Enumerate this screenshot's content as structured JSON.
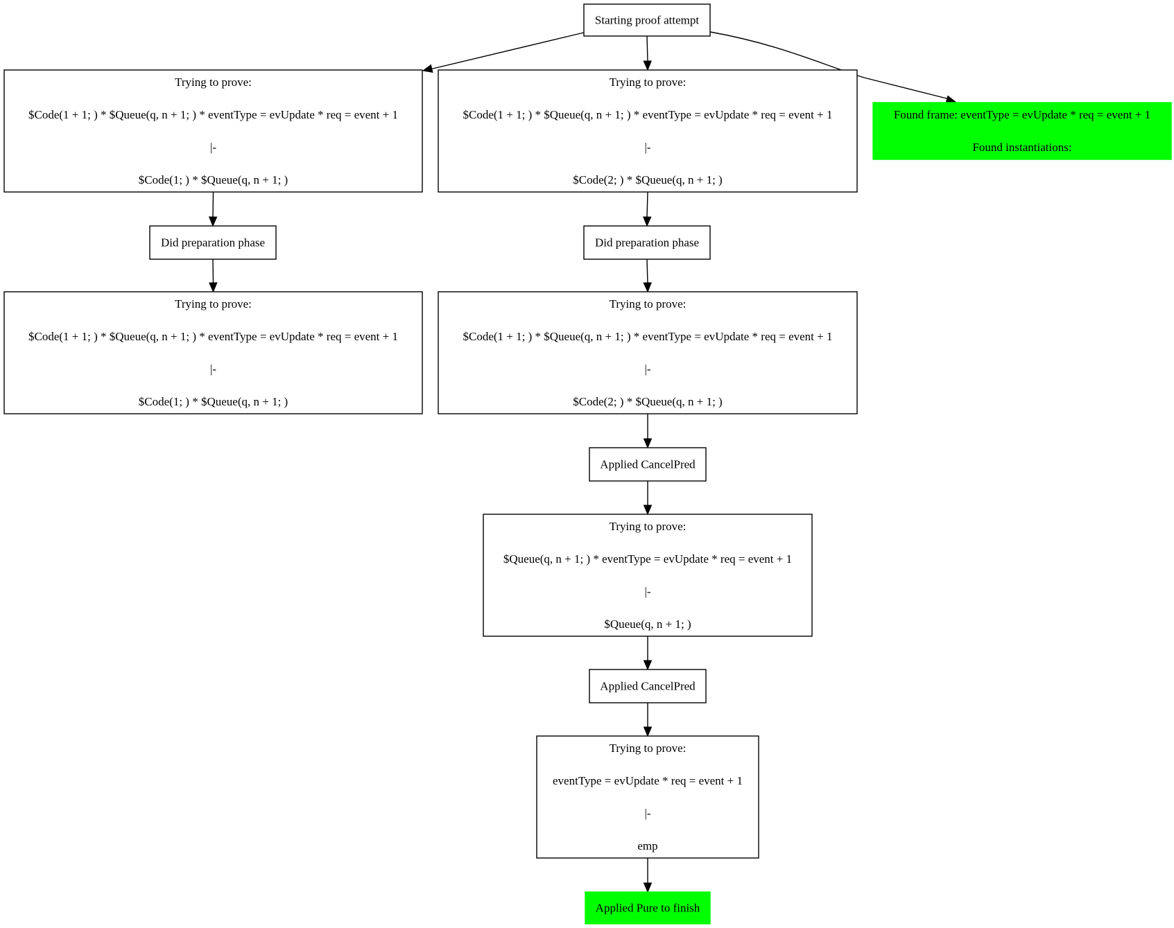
{
  "nodes": {
    "start": {
      "lines": [
        "Starting proof attempt"
      ],
      "fill": "#ffffff"
    },
    "left_try1": {
      "lines": [
        "Trying to prove:",
        "$Code(1 + 1; ) * $Queue(q, n + 1; ) * eventType = evUpdate * req = event + 1",
        "|-",
        "$Code(1; ) * $Queue(q, n + 1; )"
      ],
      "fill": "#ffffff"
    },
    "left_prep": {
      "lines": [
        "Did preparation phase"
      ],
      "fill": "#ffffff"
    },
    "left_try2": {
      "lines": [
        "Trying to prove:",
        "$Code(1 + 1; ) * $Queue(q, n + 1; ) * eventType = evUpdate * req = event + 1",
        "|-",
        "$Code(1; ) * $Queue(q, n + 1; )"
      ],
      "fill": "#ffffff"
    },
    "mid_try1": {
      "lines": [
        "Trying to prove:",
        "$Code(1 + 1; ) * $Queue(q, n + 1; ) * eventType = evUpdate * req = event + 1",
        "|-",
        "$Code(2; ) * $Queue(q, n + 1; )"
      ],
      "fill": "#ffffff"
    },
    "mid_prep": {
      "lines": [
        "Did preparation phase"
      ],
      "fill": "#ffffff"
    },
    "mid_try2": {
      "lines": [
        "Trying to prove:",
        "$Code(1 + 1; ) * $Queue(q, n + 1; ) * eventType = evUpdate * req = event + 1",
        "|-",
        "$Code(2; ) * $Queue(q, n + 1; )"
      ],
      "fill": "#ffffff"
    },
    "cancel1": {
      "lines": [
        "Applied CancelPred"
      ],
      "fill": "#ffffff"
    },
    "try3": {
      "lines": [
        "Trying to prove:",
        "$Queue(q, n + 1; ) * eventType = evUpdate * req = event + 1",
        "|-",
        "$Queue(q, n + 1; )"
      ],
      "fill": "#ffffff"
    },
    "cancel2": {
      "lines": [
        "Applied CancelPred"
      ],
      "fill": "#ffffff"
    },
    "try4": {
      "lines": [
        "Trying to prove:",
        "eventType = evUpdate * req = event + 1",
        "|-",
        "emp"
      ],
      "fill": "#ffffff"
    },
    "finish": {
      "lines": [
        "Applied Pure to finish"
      ],
      "fill": "#00ff00"
    },
    "found": {
      "lines": [
        "Found frame:  eventType = evUpdate * req = event + 1",
        "Found instantiations:"
      ],
      "fill": "#00ff00"
    }
  },
  "edges": [
    {
      "from": "start",
      "to": "left_try1"
    },
    {
      "from": "start",
      "to": "mid_try1"
    },
    {
      "from": "start",
      "to": "found"
    },
    {
      "from": "left_try1",
      "to": "left_prep"
    },
    {
      "from": "left_prep",
      "to": "left_try2"
    },
    {
      "from": "mid_try1",
      "to": "mid_prep"
    },
    {
      "from": "mid_prep",
      "to": "mid_try2"
    },
    {
      "from": "mid_try2",
      "to": "cancel1"
    },
    {
      "from": "cancel1",
      "to": "try3"
    },
    {
      "from": "try3",
      "to": "cancel2"
    },
    {
      "from": "cancel2",
      "to": "try4"
    },
    {
      "from": "try4",
      "to": "finish"
    }
  ]
}
